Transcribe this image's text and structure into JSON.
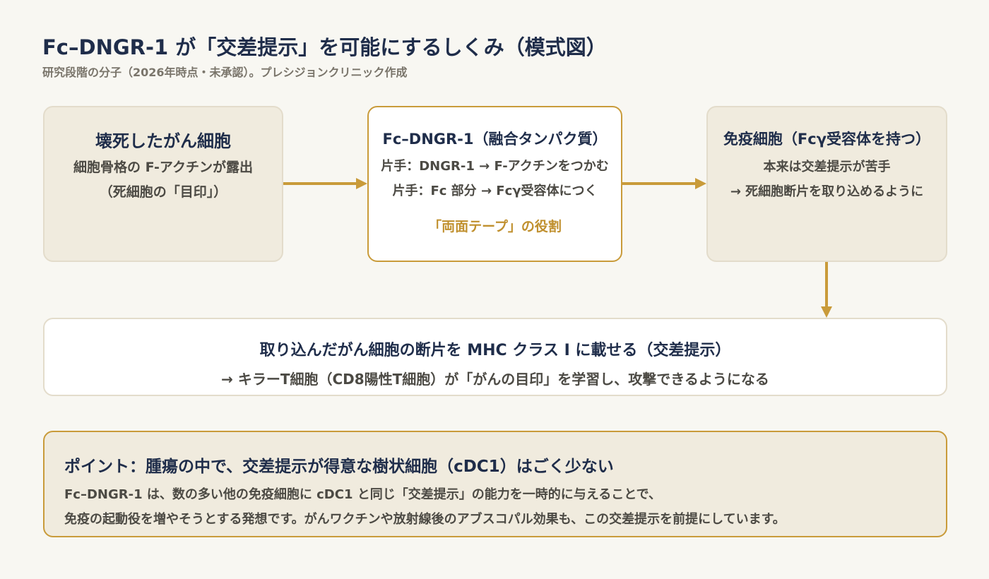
{
  "header": {
    "title": "Fc–DNGR-1 が「交差提示」を可能にするしくみ（模式図）",
    "subtitle": "研究段階の分子（2026年時点・未承認）。プレシジョンクリニック作成"
  },
  "nodes": {
    "dead_cell": {
      "title": "壊死したがん細胞",
      "line1": "細胞骨格の F-アクチンが露出",
      "line2": "（死細胞の「目印」）"
    },
    "fusion": {
      "title": "Fc–DNGR-1（融合タンパク質）",
      "line1": "片手：DNGR-1 → F-アクチンをつかむ",
      "line2": "片手：Fc 部分 → Fcγ受容体につく",
      "accent": "「両面テープ」の役割"
    },
    "immune_cell": {
      "title": "免疫細胞（Fcγ受容体を持つ）",
      "line1": "本来は交差提示が苦手",
      "line2": "→ 死細胞断片を取り込めるように"
    },
    "cross_presentation": {
      "title": "取り込んだがん細胞の断片を MHC クラス I に載せる（交差提示）",
      "line1": "→ キラーT細胞（CD8陽性T細胞）が「がんの目印」を学習し、攻撃できるようになる"
    }
  },
  "point": {
    "title": "ポイント：腫瘍の中で、交差提示が得意な樹状細胞（cDC1）はごく少ない",
    "line1": "Fc–DNGR-1 は、数の多い他の免疫細胞に cDC1 と同じ「交差提示」の能力を一時的に与えることで、",
    "line2": "免疫の起動役を増やそうとする発想です。がんワクチンや放射線後のアブスコパル効果も、この交差提示を前提にしています。"
  },
  "colors": {
    "background": "#f8f7f2",
    "navy": "#1f2d4a",
    "gold": "#c99b3a",
    "beige_box": "#f0ebde"
  }
}
